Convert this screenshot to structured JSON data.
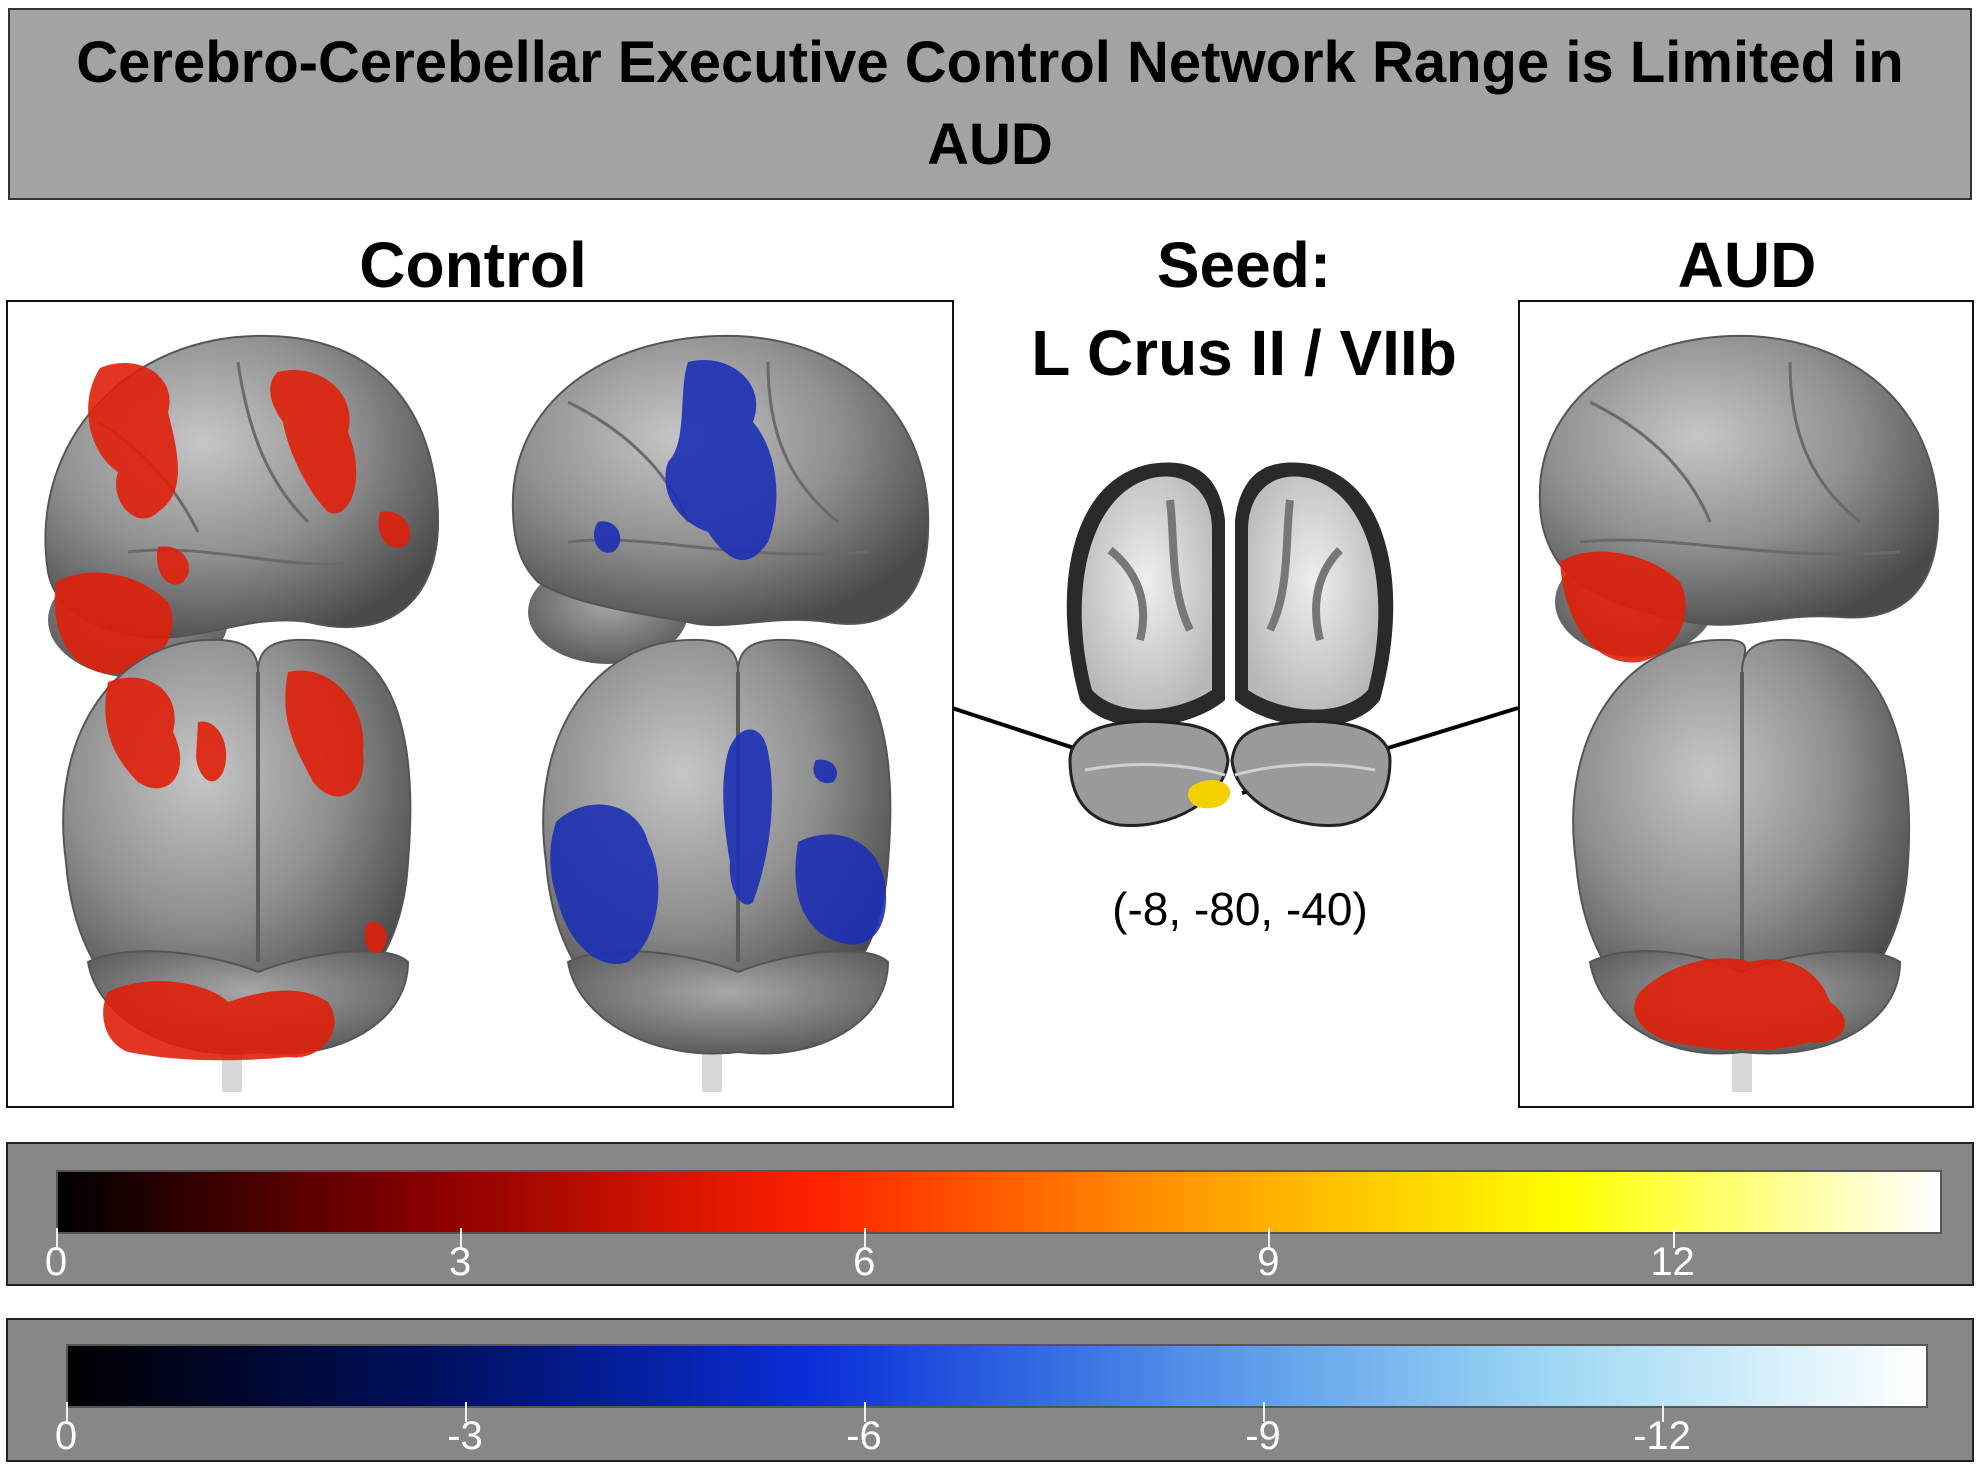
{
  "title": "Cerebro-Cerebellar Executive Control Network Range is Limited in AUD",
  "headings": {
    "control": "Control",
    "seed_line1": "Seed:",
    "seed_line2": "L Crus II / VIIb",
    "aud": "AUD"
  },
  "seed_coords": "(-8, -80, -40)",
  "colors": {
    "positive_cluster": "#e0200a",
    "negative_cluster": "#1c2fb4",
    "seed": "#f5d000",
    "brain_gray": "#8e8e8e"
  },
  "colorbars": [
    {
      "name": "positive",
      "stops": [
        "#000000",
        "#8a0000",
        "#ff2000",
        "#ff9900",
        "#ffff00",
        "#ffffff"
      ],
      "ticks": [
        {
          "value": 0,
          "label": "0"
        },
        {
          "value": 3,
          "label": "3"
        },
        {
          "value": 6,
          "label": "6"
        },
        {
          "value": 9,
          "label": "9"
        },
        {
          "value": 12,
          "label": "12"
        }
      ],
      "max": 14
    },
    {
      "name": "negative",
      "stops": [
        "#000000",
        "#001060",
        "#0a2ed8",
        "#4f8fe8",
        "#9ed8f4",
        "#ffffff"
      ],
      "ticks": [
        {
          "value": 0,
          "label": "0"
        },
        {
          "value": 3,
          "label": "-3"
        },
        {
          "value": 6,
          "label": "-6"
        },
        {
          "value": 9,
          "label": "-9"
        },
        {
          "value": 12,
          "label": "-12"
        }
      ],
      "max": 14
    }
  ]
}
